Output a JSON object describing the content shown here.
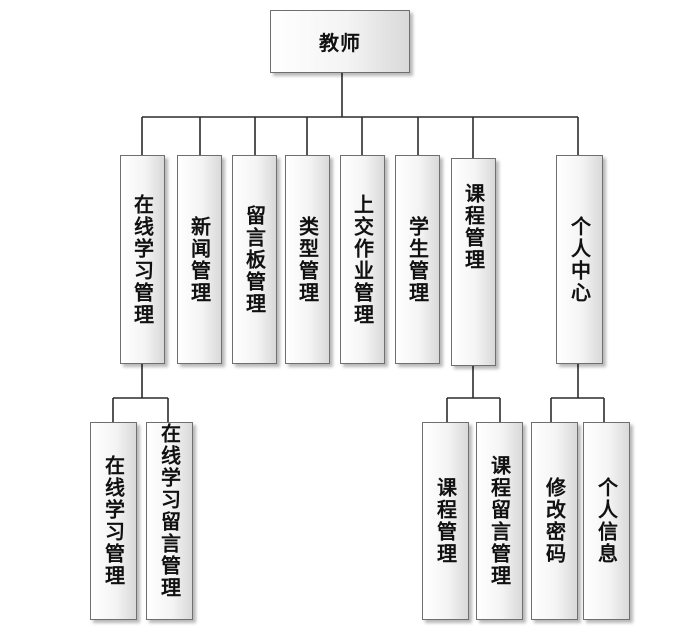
{
  "root": {
    "label": "教师"
  },
  "level1": [
    {
      "id": "zxxx",
      "label": "在线学习管理"
    },
    {
      "id": "xw",
      "label": "新闻管理"
    },
    {
      "id": "lyb",
      "label": "留言板管理"
    },
    {
      "id": "lx",
      "label": "类型管理"
    },
    {
      "id": "sjzy",
      "label": "上交作业管理"
    },
    {
      "id": "xs",
      "label": "学生管理"
    },
    {
      "id": "kc",
      "label": "课程管理"
    },
    {
      "id": "grzx",
      "label": "个人中心"
    }
  ],
  "level2": {
    "zxxx": [
      {
        "id": "zxxx-1",
        "label": "在线学习管理"
      },
      {
        "id": "zxxx-2",
        "label": "在线学习留言管理"
      }
    ],
    "kc": [
      {
        "id": "kc-1",
        "label": "课程管理"
      },
      {
        "id": "kc-2",
        "label": "课程留言管理"
      }
    ],
    "grzx": [
      {
        "id": "grzx-1",
        "label": "修改密码"
      },
      {
        "id": "grzx-2",
        "label": "个人信息"
      }
    ]
  }
}
